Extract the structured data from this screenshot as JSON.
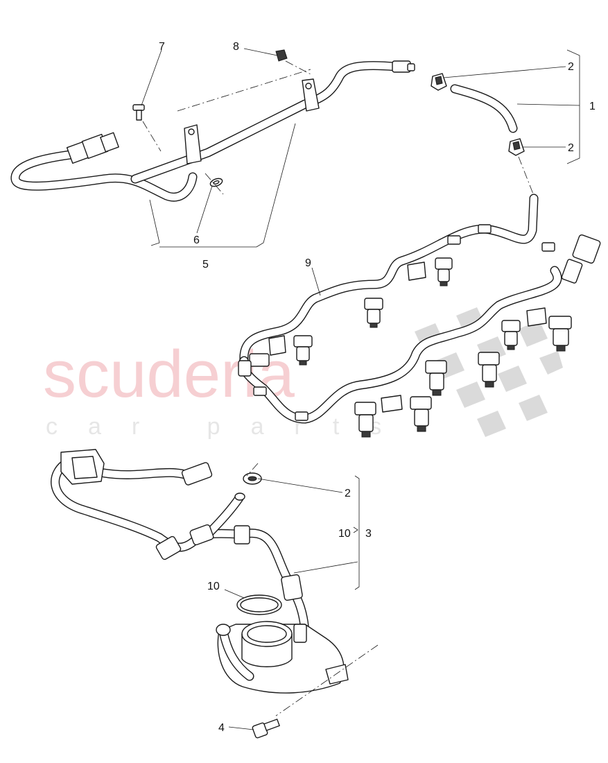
{
  "watermark": {
    "brand": "scuderia",
    "tagline": "car parts",
    "brand_color": "#f6cfd2",
    "tagline_color": "#e6e6e6",
    "flag_color": "#cfcfcf"
  },
  "callouts": {
    "c1": "1",
    "c2a": "2",
    "c2b": "2",
    "c2c": "2",
    "c3": "3",
    "c4": "4",
    "c5": "5",
    "c6": "6",
    "c7": "7",
    "c8": "8",
    "c9": "9",
    "c10a": "10",
    "c10b": "10"
  }
}
